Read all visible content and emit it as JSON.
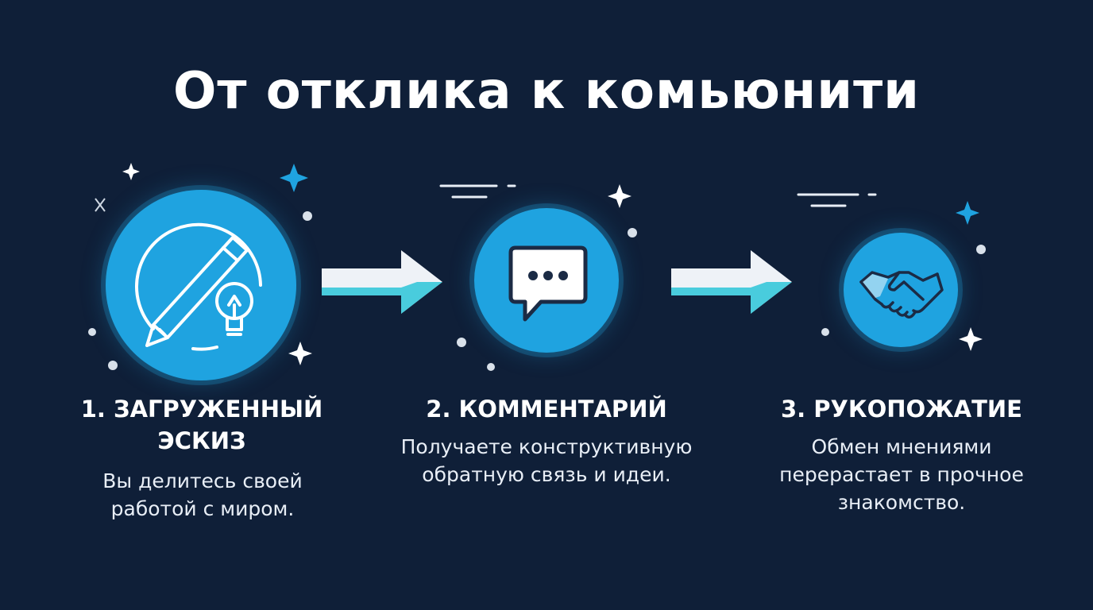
{
  "title": "От отклика к комьюнити",
  "steps": [
    {
      "title": "1. ЗАГРУЖЕННЫЙ ЭСКИЗ",
      "description": "Вы делитесь своей работой с миром.",
      "icon": "pencil-lightbulb-icon"
    },
    {
      "title": "2. КОММЕНТАРИЙ",
      "description": "Получаете конструктивную обратную связь и идеи.",
      "icon": "speech-bubble-icon"
    },
    {
      "title": "3. РУКОПОЖАТИЕ",
      "description": "Обмен мнениями перерастает в прочное знакомство.",
      "icon": "handshake-icon"
    }
  ],
  "colors": {
    "background": "#0f1f38",
    "accent": "#1fa3e0",
    "arrow_light": "#eef2f7",
    "arrow_teal": "#2cc5d8"
  }
}
